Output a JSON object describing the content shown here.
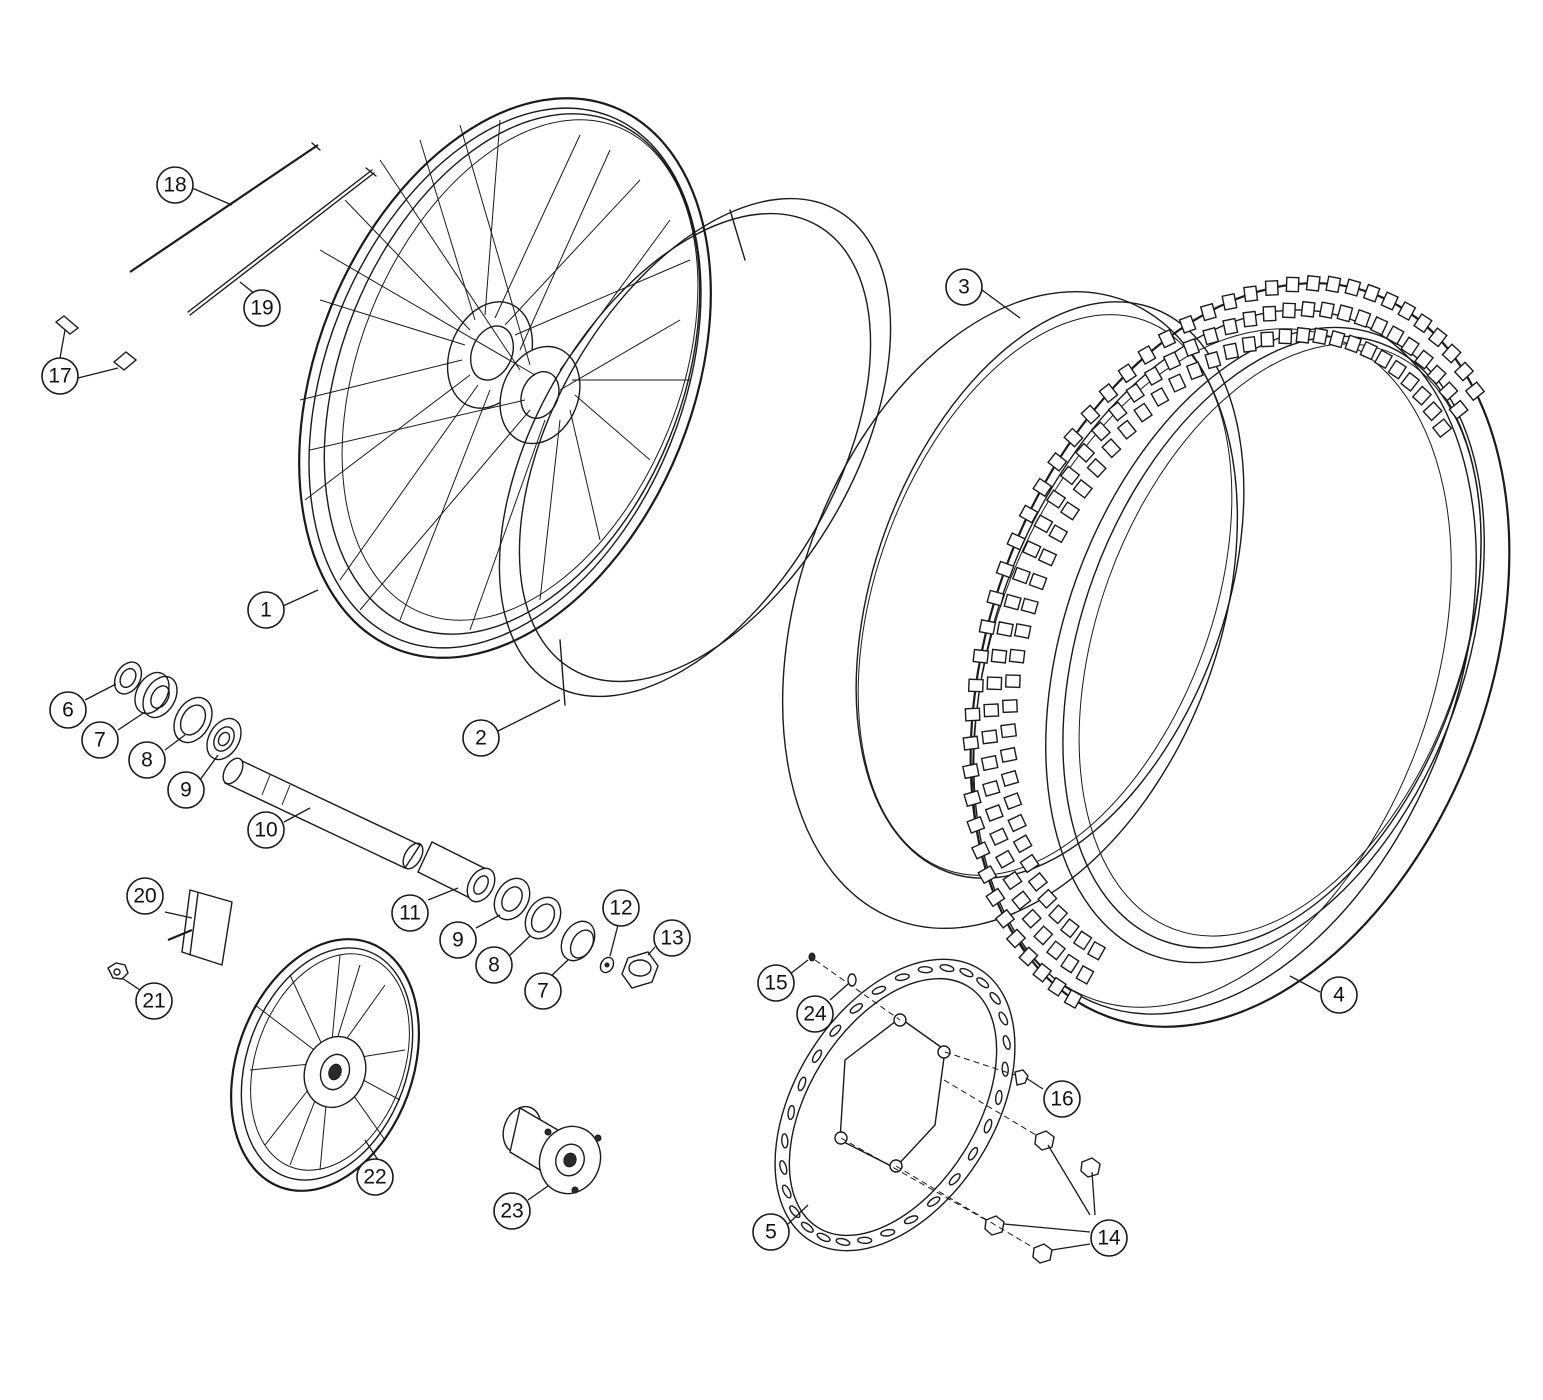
{
  "callouts": [
    {
      "id": "c18",
      "label": "18"
    },
    {
      "id": "c19",
      "label": "19"
    },
    {
      "id": "c17",
      "label": "17"
    },
    {
      "id": "c1",
      "label": "1"
    },
    {
      "id": "c2",
      "label": "2"
    },
    {
      "id": "c3",
      "label": "3"
    },
    {
      "id": "c4",
      "label": "4"
    },
    {
      "id": "c6",
      "label": "6"
    },
    {
      "id": "c7a",
      "label": "7"
    },
    {
      "id": "c8a",
      "label": "8"
    },
    {
      "id": "c9a",
      "label": "9"
    },
    {
      "id": "c10",
      "label": "10"
    },
    {
      "id": "c11",
      "label": "11"
    },
    {
      "id": "c9b",
      "label": "9"
    },
    {
      "id": "c8b",
      "label": "8"
    },
    {
      "id": "c7b",
      "label": "7"
    },
    {
      "id": "c12",
      "label": "12"
    },
    {
      "id": "c13",
      "label": "13"
    },
    {
      "id": "c20",
      "label": "20"
    },
    {
      "id": "c21",
      "label": "21"
    },
    {
      "id": "c22",
      "label": "22"
    },
    {
      "id": "c23",
      "label": "23"
    },
    {
      "id": "c15",
      "label": "15"
    },
    {
      "id": "c24",
      "label": "24"
    },
    {
      "id": "c16",
      "label": "16"
    },
    {
      "id": "c14a",
      "label": "14"
    },
    {
      "id": "c14b",
      "label": "14"
    },
    {
      "id": "c5",
      "label": "5"
    }
  ],
  "colors": {
    "line": "#1a1a1a",
    "background": "#ffffff"
  }
}
